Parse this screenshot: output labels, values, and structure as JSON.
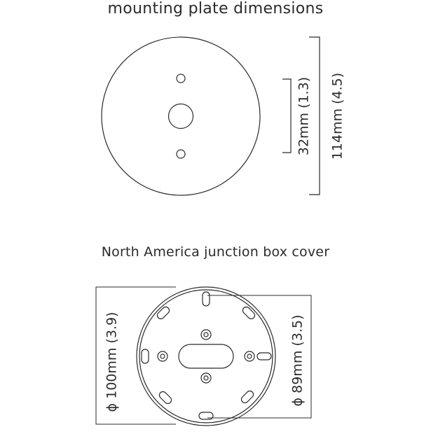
{
  "plate": {
    "title": "mounting plate dimensions",
    "hole_spacing_label": "32mm (1.3)",
    "diameter_label": "114mm (4.5)"
  },
  "junction_box": {
    "title": "North America junction box cover",
    "outer_label": "ϕ 100mm (3.9)",
    "inner_label": "ϕ 89mm (3.5)"
  },
  "colors": {
    "stroke": "#2b2b2b",
    "background": "#ffffff"
  }
}
